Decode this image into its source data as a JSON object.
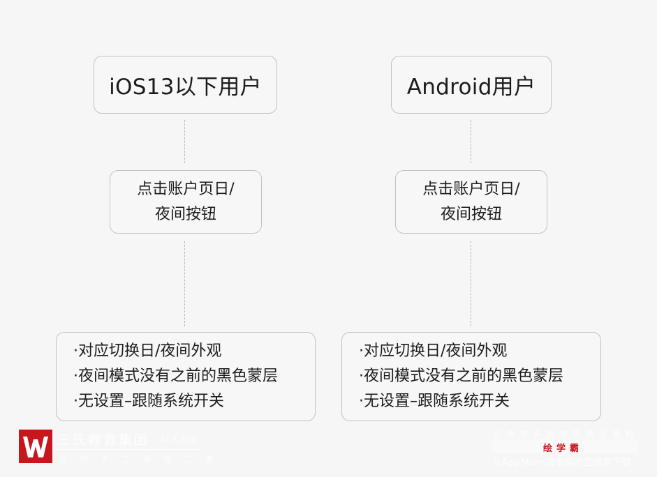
{
  "columns": [
    {
      "title": "iOS13以下用户",
      "action": [
        "点击账户页日/",
        "夜间按钮"
      ],
      "results": [
        "·对应切换日/夜间外观",
        "·夜间模式没有之前的黑色蒙层",
        "·无设置–跟随系统开关"
      ]
    },
    {
      "title": "Android用户",
      "action": [
        "点击账户页日/",
        "夜间按钮"
      ],
      "results": [
        "·对应切换日/夜间外观",
        "·夜间模式没有之前的黑色蒙层",
        "·无设置–跟随系统开关"
      ]
    }
  ],
  "watermark": {
    "left_brand": "王氏教育集团",
    "left_slogan": "以人为本",
    "left_sub": "始创于二零零二年",
    "right_top": "在拥有多家专属精品教程",
    "right_brand": "绘学霸",
    "right_bottom": "在AppStore或者应用宝搜索下载"
  }
}
